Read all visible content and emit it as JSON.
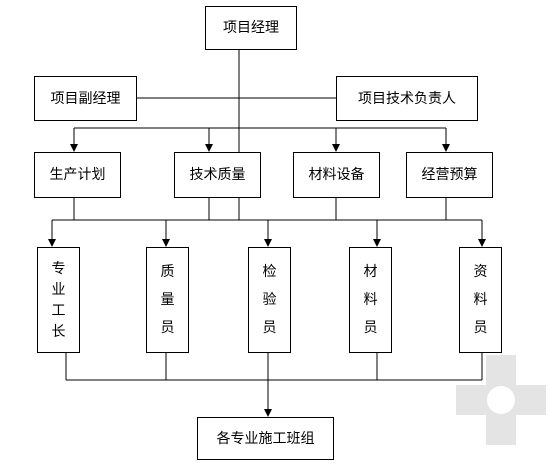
{
  "diagram": {
    "top": "项目经理",
    "deputy_manager": "项目副经理",
    "technical_lead": "项目技术负责人",
    "departments": [
      "生产计划",
      "技术质量",
      "材料设备",
      "经营预算"
    ],
    "staff": [
      "专业工长",
      "质量员",
      "检验员",
      "材料员",
      "资料员"
    ],
    "bottom": "各专业施工班组"
  },
  "colors": {
    "line": "#000000",
    "box_border": "#000000",
    "watermark": "#e4e4e4"
  }
}
